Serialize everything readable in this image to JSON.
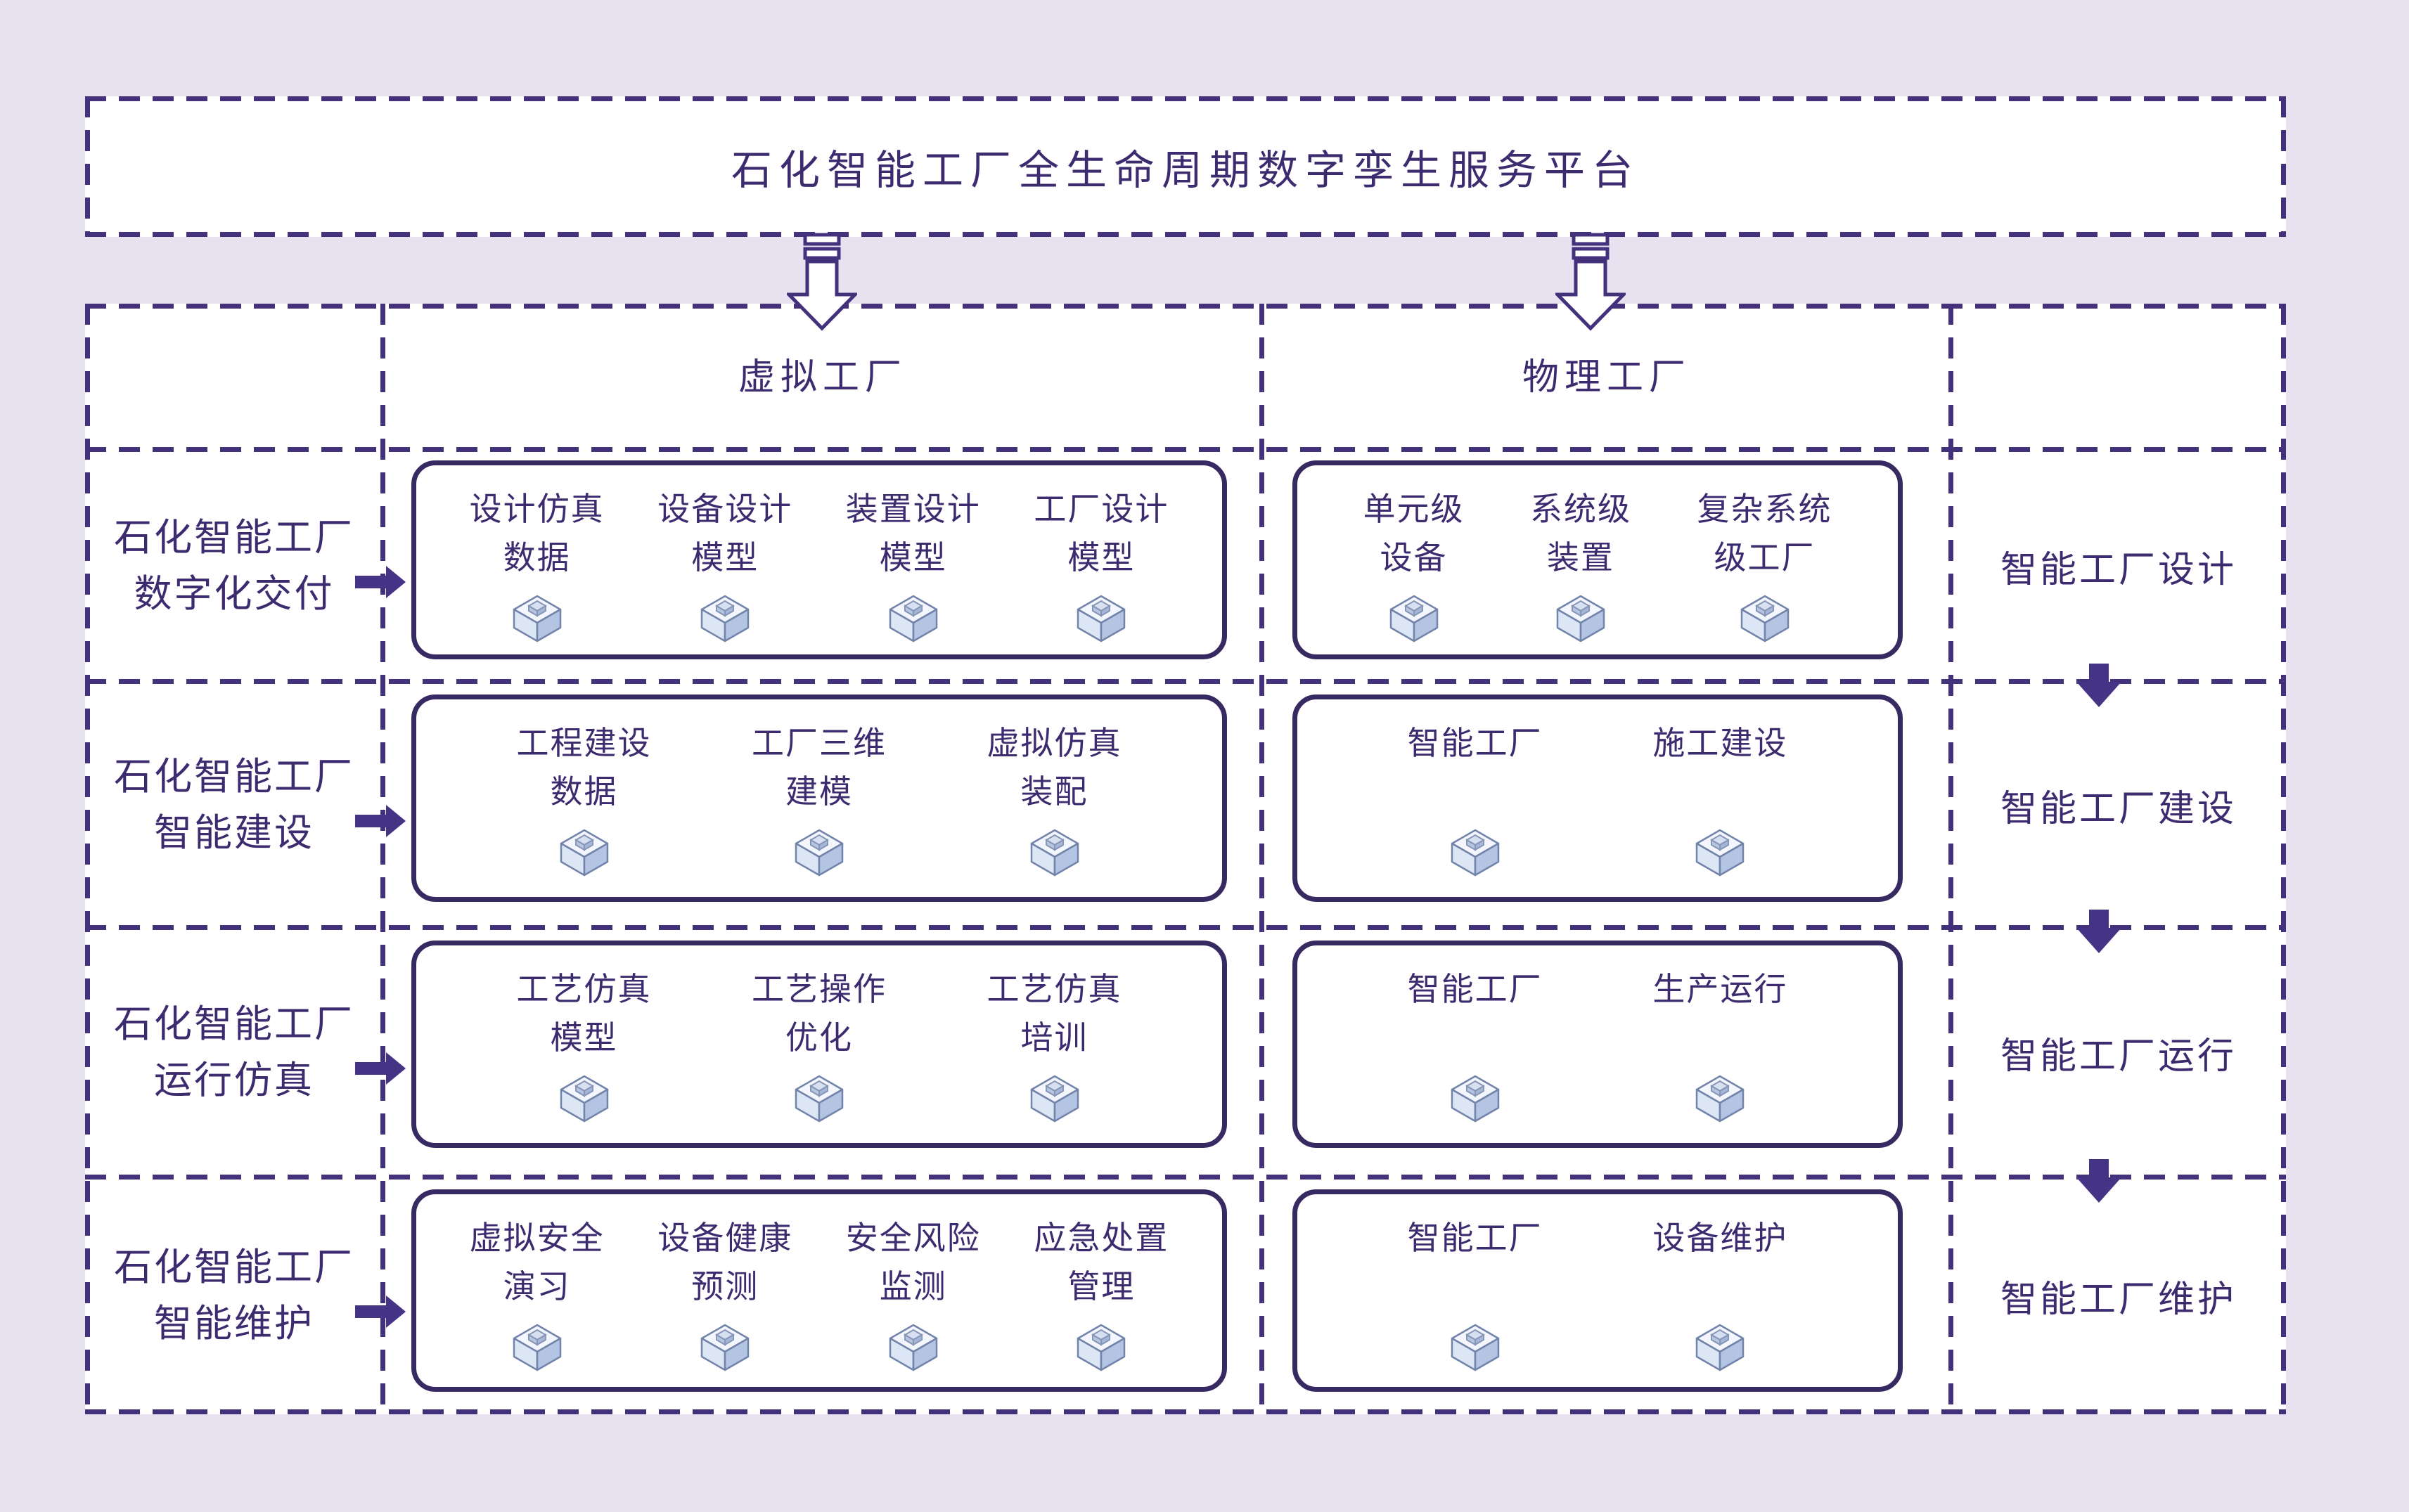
{
  "title": "石化智能工厂全生命周期数字孪生服务平台",
  "columns": {
    "virtual": "虚拟工厂",
    "physical": "物理工厂"
  },
  "rows": [
    {
      "left_label": "石化智能工厂\n数字化交付",
      "right_label": "智能工厂设计",
      "virtual_items": [
        {
          "label": "设计仿真\n数据"
        },
        {
          "label": "设备设计\n模型"
        },
        {
          "label": "装置设计\n模型"
        },
        {
          "label": "工厂设计\n模型"
        }
      ],
      "physical_items": [
        {
          "label": "单元级\n设备"
        },
        {
          "label": "系统级\n装置"
        },
        {
          "label": "复杂系统\n级工厂"
        }
      ]
    },
    {
      "left_label": "石化智能工厂\n智能建设",
      "right_label": "智能工厂建设",
      "virtual_items": [
        {
          "label": "工程建设\n数据"
        },
        {
          "label": "工厂三维\n建模"
        },
        {
          "label": "虚拟仿真\n装配"
        }
      ],
      "physical_items": [
        {
          "label": "智能工厂"
        },
        {
          "label": "施工建设"
        }
      ]
    },
    {
      "left_label": "石化智能工厂\n运行仿真",
      "right_label": "智能工厂运行",
      "virtual_items": [
        {
          "label": "工艺仿真\n模型"
        },
        {
          "label": "工艺操作\n优化"
        },
        {
          "label": "工艺仿真\n培训"
        }
      ],
      "physical_items": [
        {
          "label": "智能工厂"
        },
        {
          "label": "生产运行"
        }
      ]
    },
    {
      "left_label": "石化智能工厂\n智能维护",
      "right_label": "智能工厂维护",
      "virtual_items": [
        {
          "label": "虚拟安全\n演习"
        },
        {
          "label": "设备健康\n预测"
        },
        {
          "label": "安全风险\n监测"
        },
        {
          "label": "应急处置\n管理"
        }
      ],
      "physical_items": [
        {
          "label": "智能工厂"
        },
        {
          "label": "设备维护"
        }
      ]
    }
  ],
  "icons": {
    "item_icon": "cube-3d-icon",
    "title_flow_icon": "striped-down-arrow-icon",
    "row_flow_icon": "right-arrow-icon",
    "stage_flow_icon": "down-arrow-icon"
  },
  "colors": {
    "background": "#e6e2f0",
    "panel": "#ffffff",
    "dash_border": "#44317c",
    "box_border": "#372a63",
    "text": "#3d2b70",
    "arrow": "#453385",
    "icon_top": "#f3f6fc",
    "icon_left_face": "#dde6f5",
    "icon_right_face": "#b4c4e3",
    "icon_outline": "#7384ab"
  }
}
